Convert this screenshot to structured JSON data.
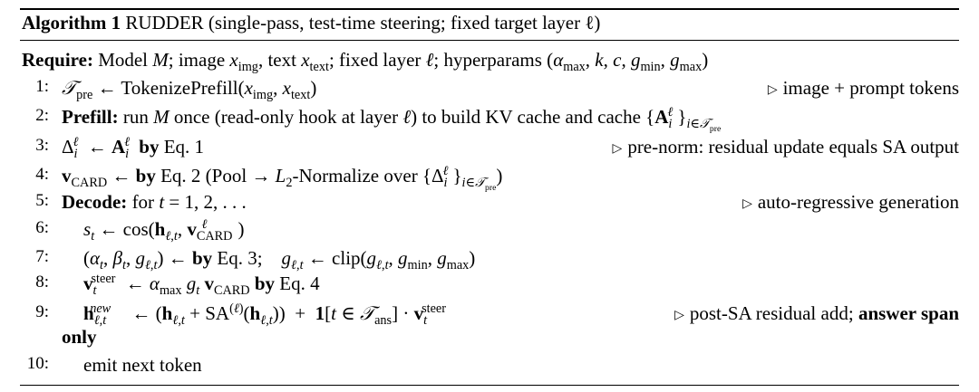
{
  "caption": {
    "label": "Algorithm 1",
    "text": "RUDDER (single-pass, test-time steering; fixed target layer ℓ)"
  },
  "require": {
    "keyword": "Require:",
    "text": "Model M; image x_img, text x_text; fixed layer ℓ; hyperparams (α_max, k, c, g_min, g_max)"
  },
  "steps": [
    {
      "num": "1:",
      "text": "𝒯_pre ← TokenizePrefill(x_img, x_text)",
      "comment": "image + prompt tokens"
    },
    {
      "num": "2:",
      "keyword": "Prefill:",
      "text": "run M once (read-only hook at layer ℓ) to build KV cache and cache {A_i^ℓ}_{i∈𝒯_pre}",
      "comment": ""
    },
    {
      "num": "3:",
      "text": "Δ_i^ℓ ← A_i^ℓ by Eq. 1",
      "comment": "pre-norm: residual update equals SA output"
    },
    {
      "num": "4:",
      "text": "v_CARD ← by Eq. 2 (Pool → L2-Normalize over {Δ_i^ℓ}_{i∈𝒯_pre})",
      "comment": ""
    },
    {
      "num": "5:",
      "keyword": "Decode:",
      "text": "for t = 1, 2, . . .",
      "comment": "auto-regressive generation"
    },
    {
      "num": "6:",
      "text": "s_t ← cos(h_{ℓ,t}, v_CARD^ℓ)",
      "comment": ""
    },
    {
      "num": "7:",
      "text": "(α_t, β_t, g_{ℓ,t}) ← by Eq. 3;   g_{ℓ,t} ← clip(g_{ℓ,t}, g_min, g_max)",
      "comment": ""
    },
    {
      "num": "8:",
      "text": "v_t^steer ← α_max g_t v_CARD by Eq. 4",
      "comment": ""
    },
    {
      "num": "9:",
      "text": "h_{ℓ,t}^new ← (h_{ℓ,t} + SA^(ℓ)(h_{ℓ,t})) + 1[t ∈ 𝒯_ans] · v_t^steer",
      "comment": "post-SA residual add; answer span only"
    },
    {
      "num": "10:",
      "text": "emit next token",
      "comment": ""
    }
  ],
  "labels": {
    "by": "by",
    "eq1": "Eq. 1",
    "eq2": "Eq. 2",
    "eq3": "Eq. 3",
    "eq4": "Eq. 4",
    "c1": "image + prompt tokens",
    "c3": "pre-norm: residual update equals SA output",
    "c5": "auto-regressive generation",
    "c9a": "post-SA residual add;",
    "c9b": "answer span",
    "c9c": "only"
  }
}
